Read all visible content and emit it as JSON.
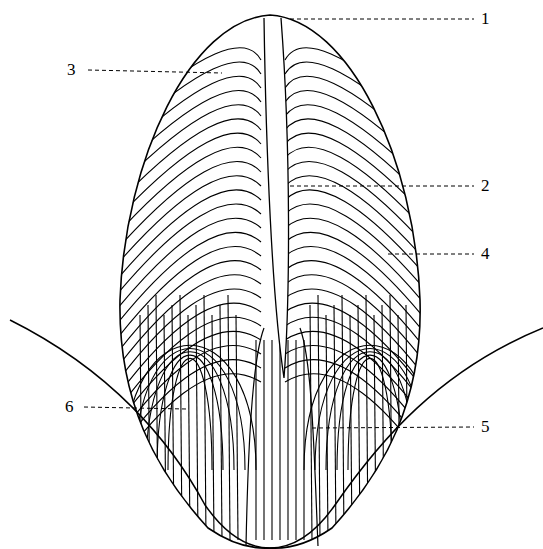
{
  "diagram": {
    "labels": [
      "1",
      "3",
      "2",
      "4",
      "6",
      "5"
    ]
  }
}
